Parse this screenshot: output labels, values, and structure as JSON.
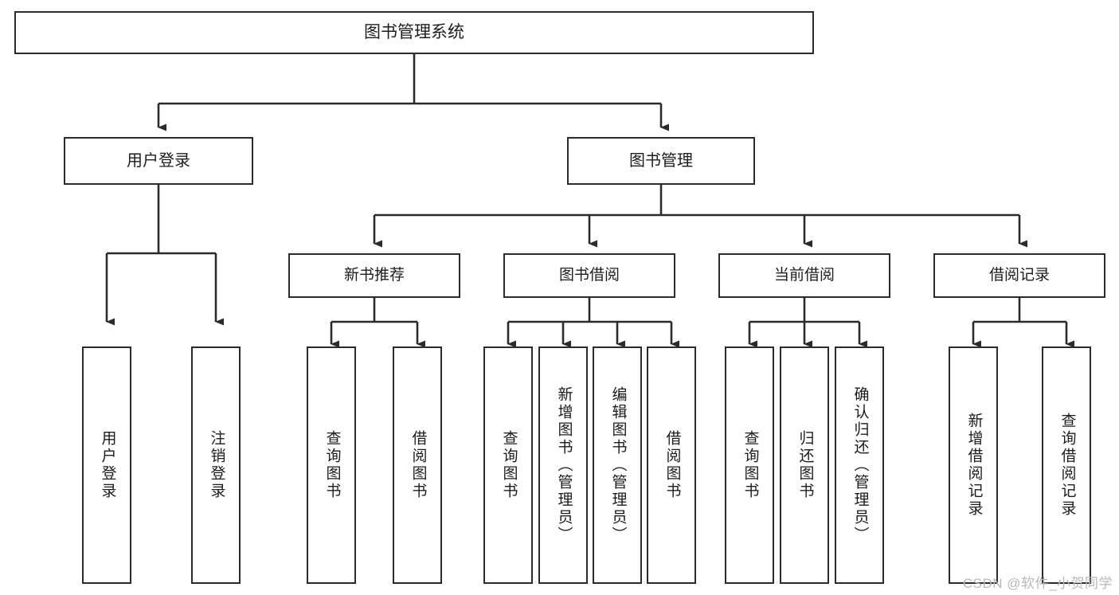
{
  "diagram": {
    "title": "图书管理系统",
    "type": "tree-hierarchy",
    "watermark": "CSDN @软件_小贺同学",
    "colors": {
      "box_border": "#2b2b2b",
      "box_fill": "#ffffff",
      "connector": "#2b2b2b",
      "text": "#1c1c1c",
      "watermark": "#b8b8b8",
      "background": "#ffffff"
    }
  },
  "nodes": {
    "root": {
      "label": "图书管理系统"
    },
    "level2": [
      {
        "label": "用户登录"
      },
      {
        "label": "图书管理"
      }
    ],
    "level3": [
      {
        "label": "新书推荐"
      },
      {
        "label": "图书借阅"
      },
      {
        "label": "当前借阅"
      },
      {
        "label": "借阅记录"
      }
    ],
    "leaves": {
      "user_login": [
        {
          "label": "用户登录"
        },
        {
          "label": "注销登录"
        }
      ],
      "new_book_recommend": [
        {
          "label": "查询图书"
        },
        {
          "label": "借阅图书"
        }
      ],
      "book_borrow": [
        {
          "label": "查询图书"
        },
        {
          "label": "新增图书（管理员）"
        },
        {
          "label": "编辑图书（管理员）"
        },
        {
          "label": "借阅图书"
        }
      ],
      "current_borrow": [
        {
          "label": "查询图书"
        },
        {
          "label": "归还图书"
        },
        {
          "label": "确认归还（管理员）"
        }
      ],
      "borrow_record": [
        {
          "label": "新增借阅记录"
        },
        {
          "label": "查询借阅记录"
        }
      ]
    }
  }
}
